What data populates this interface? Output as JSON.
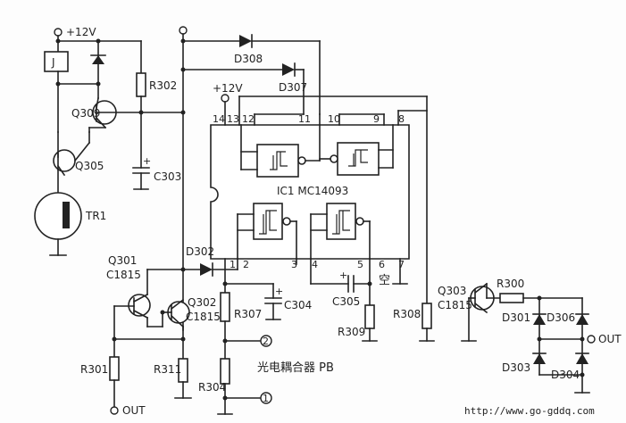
{
  "labels": {
    "v12_left": "+12V",
    "relay_j": "J",
    "q309": "Q309",
    "q305": "Q305",
    "r302": "R302",
    "c303": "C303",
    "tr1": "TR1",
    "d308": "D308",
    "d307": "D307",
    "v12_ic": "+12V",
    "ic1": "IC1  MC14093",
    "d302": "D302",
    "q301": "Q301",
    "q301_type": "C1815",
    "q302": "Q302",
    "q302_type": "C1815",
    "r301": "R301",
    "r311": "R311",
    "out_left": "OUT",
    "r307": "R307",
    "c304": "C304",
    "term2": "2",
    "optocoupler": "光电耦合器 PB",
    "r304": "R304",
    "term1": "1",
    "c305": "C305",
    "r309": "R309",
    "pin6_nc": "空",
    "r308": "R308",
    "q303": "Q303",
    "q303_type": "C1815",
    "r300": "R300",
    "d301": "D301",
    "d306": "D306",
    "d303": "D303",
    "d304": "D304",
    "out_right": "OUT"
  },
  "ic": {
    "pins_top": [
      "14",
      "13",
      "12",
      "11",
      "10",
      "9",
      "8"
    ],
    "pins_bottom": [
      "1",
      "2",
      "3",
      "4",
      "5",
      "6",
      "7"
    ]
  },
  "watermark": "http://www.go-gddq.com"
}
